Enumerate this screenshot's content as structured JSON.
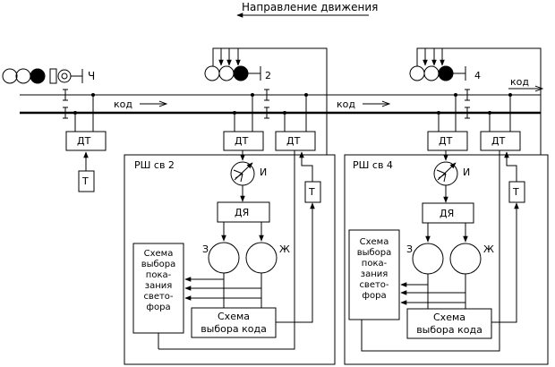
{
  "direction_label": "Направление движения",
  "entrance_signal_label": "Ч",
  "signal_2_label": "2",
  "signal_4_label": "4",
  "code_labels": [
    "код",
    "код",
    "код"
  ],
  "dt_label": "ДТ",
  "t_label": "Т",
  "cabinet_2": {
    "title": "РШ св 2",
    "indicator_label": "И",
    "relay_block_label": "ДЯ",
    "relay_left_label": "З",
    "relay_right_label": "Ж",
    "selector_lines": [
      "Схема",
      "выбора",
      "пока-",
      "зания",
      "свето-",
      "фора"
    ],
    "code_selector_lines": [
      "Схема",
      "выбора кода"
    ]
  },
  "cabinet_4": {
    "title": "РШ св 4",
    "indicator_label": "И",
    "relay_block_label": "ДЯ",
    "relay_left_label": "З",
    "relay_right_label": "Ж",
    "selector_lines": [
      "Схема",
      "выбора",
      "пока-",
      "зания",
      "свето-",
      "фора"
    ],
    "code_selector_lines": [
      "Схема",
      "выбора кода"
    ]
  }
}
